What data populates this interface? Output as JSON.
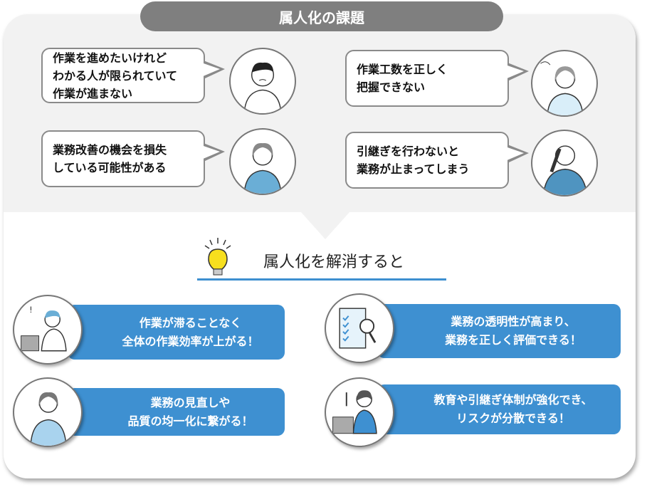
{
  "title": "属人化の課題",
  "problems": [
    {
      "lines": [
        "作業を進めたいけれど",
        "わかる人が限られていて",
        "作業が進まない"
      ]
    },
    {
      "lines": [
        "作業工数を正しく",
        "把握できない"
      ]
    },
    {
      "lines": [
        "業務改善の機会を損失",
        "している可能性がある"
      ]
    },
    {
      "lines": [
        "引継ぎを行わないと",
        "業務が止まってしまう"
      ]
    }
  ],
  "solution_heading": "属人化を解消すると",
  "benefits": [
    {
      "lines": [
        "作業が滞ることなく",
        "全体の作業効率が上がる！"
      ]
    },
    {
      "lines": [
        "業務の透明性が高まり、",
        "業務を正しく評価できる！"
      ]
    },
    {
      "lines": [
        "業務の見直しや",
        "品質の均一化に繋がる！"
      ]
    },
    {
      "lines": [
        "教育や引継ぎ体制が強化でき、",
        "リスクが分散できる！"
      ]
    }
  ],
  "colors": {
    "accent_blue": "#3e90d1",
    "title_gray": "#7f7f7f",
    "panel_gray": "#f2f2f2",
    "bulb_yellow": "#f7df1e"
  }
}
